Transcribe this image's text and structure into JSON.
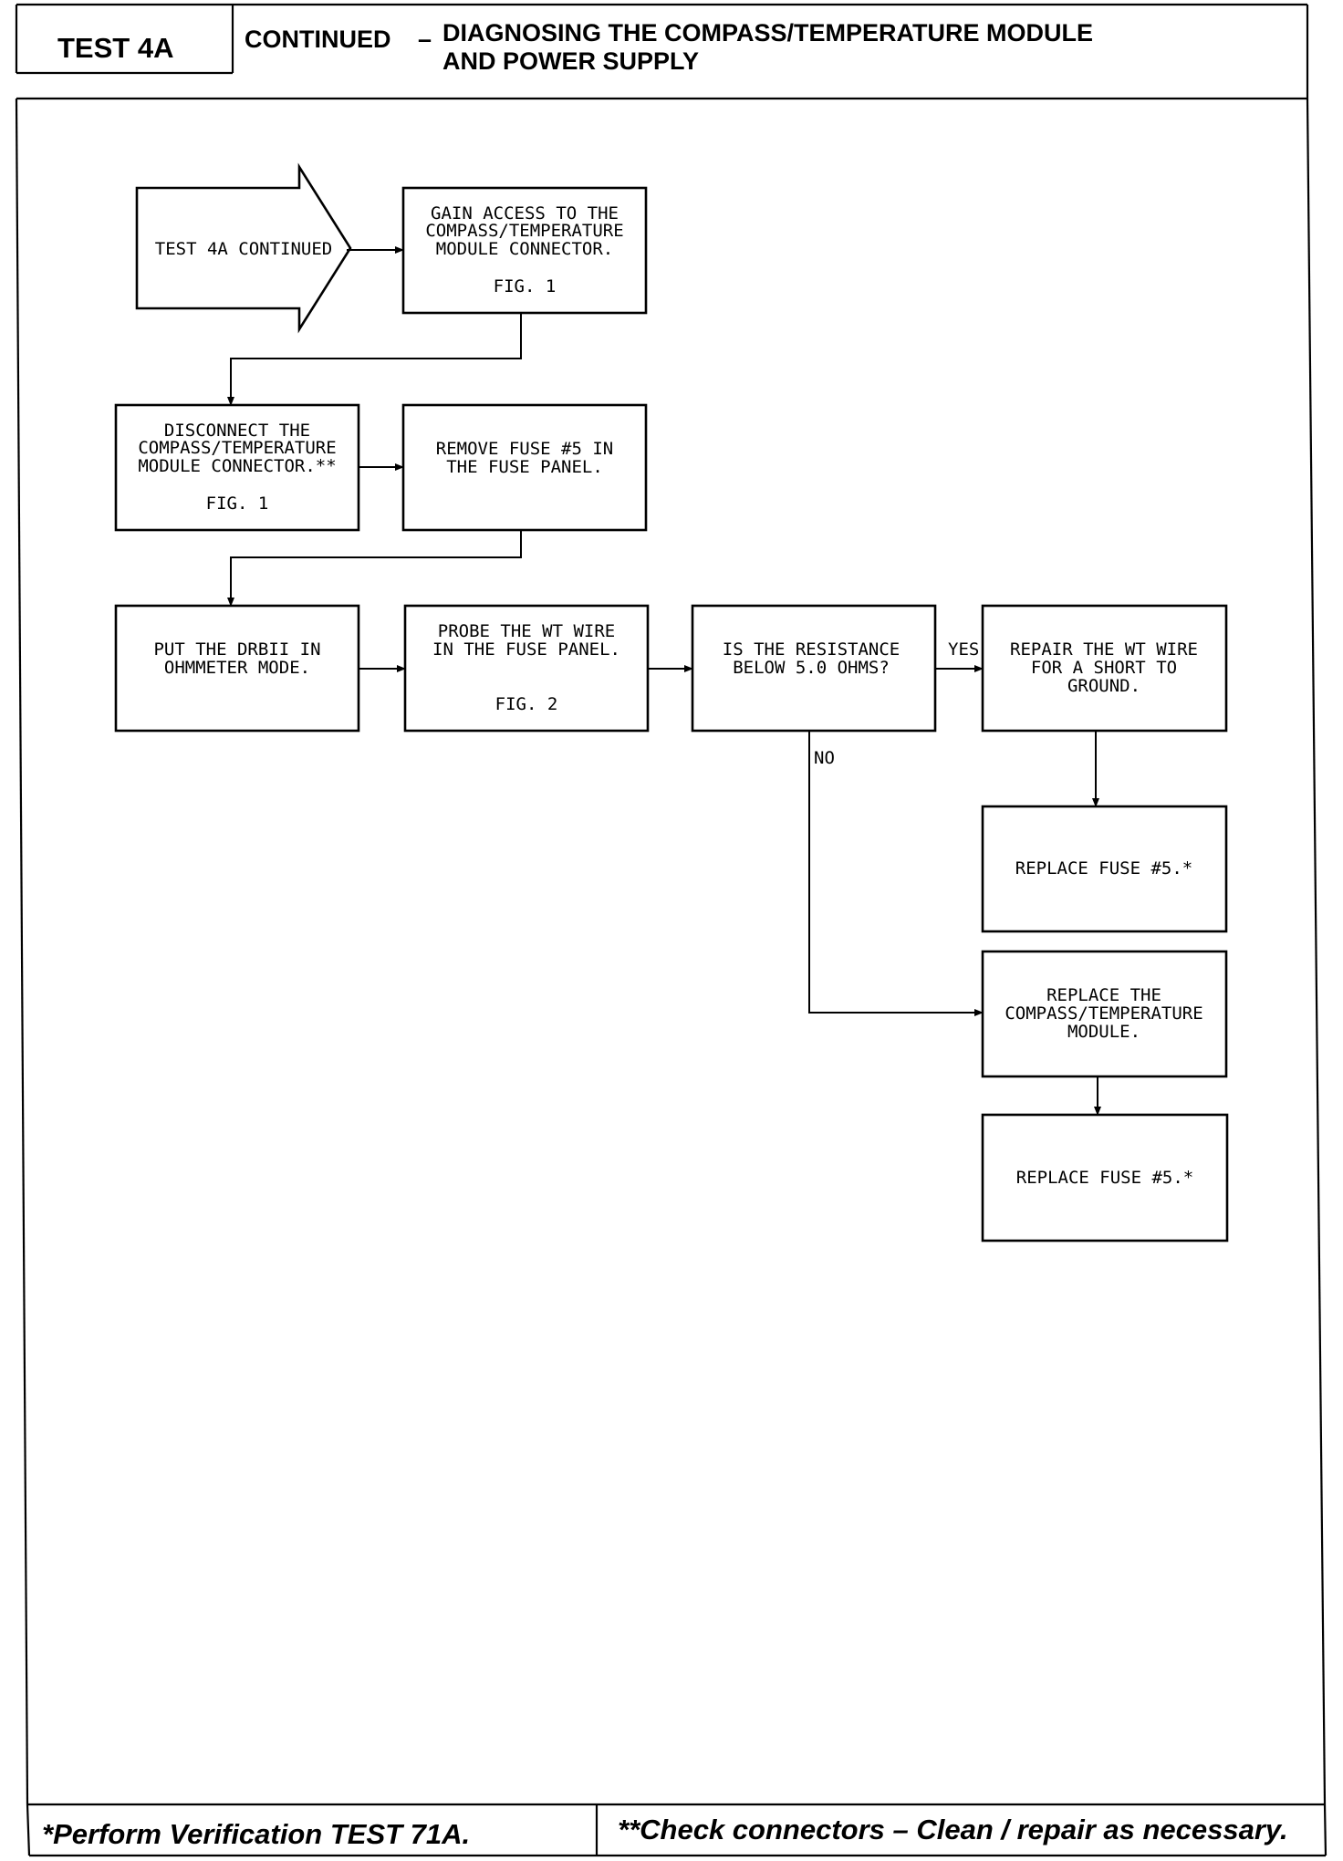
{
  "header": {
    "test_label": "TEST 4A",
    "continued": "CONTINUED",
    "dash": "–",
    "title_line1": "DIAGNOSING THE COMPASS/TEMPERATURE MODULE",
    "title_line2": "AND POWER SUPPLY"
  },
  "flowchart": {
    "start_arrow": "TEST 4A CONTINUED",
    "gain_access": [
      "GAIN ACCESS TO THE",
      "COMPASS/TEMPERATURE",
      "MODULE CONNECTOR.",
      "FIG. 1"
    ],
    "disconnect": [
      "DISCONNECT THE",
      "COMPASS/TEMPERATURE",
      "MODULE CONNECTOR.**",
      "FIG. 1"
    ],
    "remove_fuse": [
      "REMOVE FUSE #5 IN",
      "THE FUSE PANEL."
    ],
    "put_drbii": [
      "PUT THE DRBII IN",
      "OHMMETER MODE."
    ],
    "probe_wire": [
      "PROBE THE WT WIRE",
      "IN THE FUSE PANEL.",
      "FIG. 2"
    ],
    "decision": [
      "IS THE RESISTANCE",
      "BELOW 5.0 OHMS?"
    ],
    "yes_label": "YES",
    "no_label": "NO",
    "repair_wire": [
      "REPAIR THE WT WIRE",
      "FOR A SHORT TO",
      "GROUND."
    ],
    "replace_fuse_1": "REPLACE FUSE #5.*",
    "replace_module": [
      "REPLACE THE",
      "COMPASS/TEMPERATURE",
      "MODULE."
    ],
    "replace_fuse_2": "REPLACE FUSE #5.*"
  },
  "footer": {
    "left_note": "*Perform Verification TEST 71A.",
    "right_note": "**Check connectors – Clean / repair as necessary."
  }
}
